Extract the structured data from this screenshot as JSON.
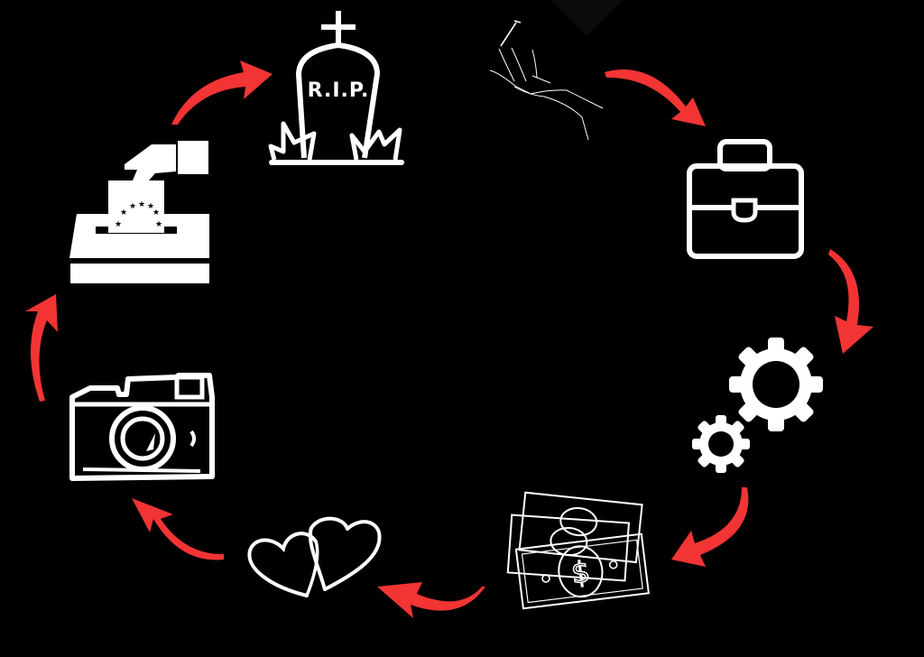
{
  "diagram": {
    "type": "cycle",
    "colors": {
      "background": "#000000",
      "icon": "#ffffff",
      "arrow": "#f23434"
    },
    "nodes": [
      {
        "id": "birth",
        "icon": "hand-with-pin-icon"
      },
      {
        "id": "work",
        "icon": "briefcase-icon"
      },
      {
        "id": "industry",
        "icon": "gears-icon"
      },
      {
        "id": "money",
        "icon": "money-bills-icon"
      },
      {
        "id": "love",
        "icon": "two-hearts-icon"
      },
      {
        "id": "memories",
        "icon": "camera-icon"
      },
      {
        "id": "vote",
        "icon": "ballot-box-icon"
      },
      {
        "id": "death",
        "icon": "tombstone-icon",
        "label": "R.I.P."
      }
    ],
    "arrows": [
      {
        "from": "birth",
        "to": "work",
        "direction": "clockwise"
      },
      {
        "from": "work",
        "to": "industry",
        "direction": "clockwise"
      },
      {
        "from": "industry",
        "to": "money",
        "direction": "clockwise"
      },
      {
        "from": "money",
        "to": "love",
        "direction": "clockwise"
      },
      {
        "from": "love",
        "to": "memories",
        "direction": "clockwise"
      },
      {
        "from": "memories",
        "to": "vote",
        "direction": "clockwise"
      },
      {
        "from": "vote",
        "to": "death",
        "direction": "clockwise"
      }
    ]
  }
}
